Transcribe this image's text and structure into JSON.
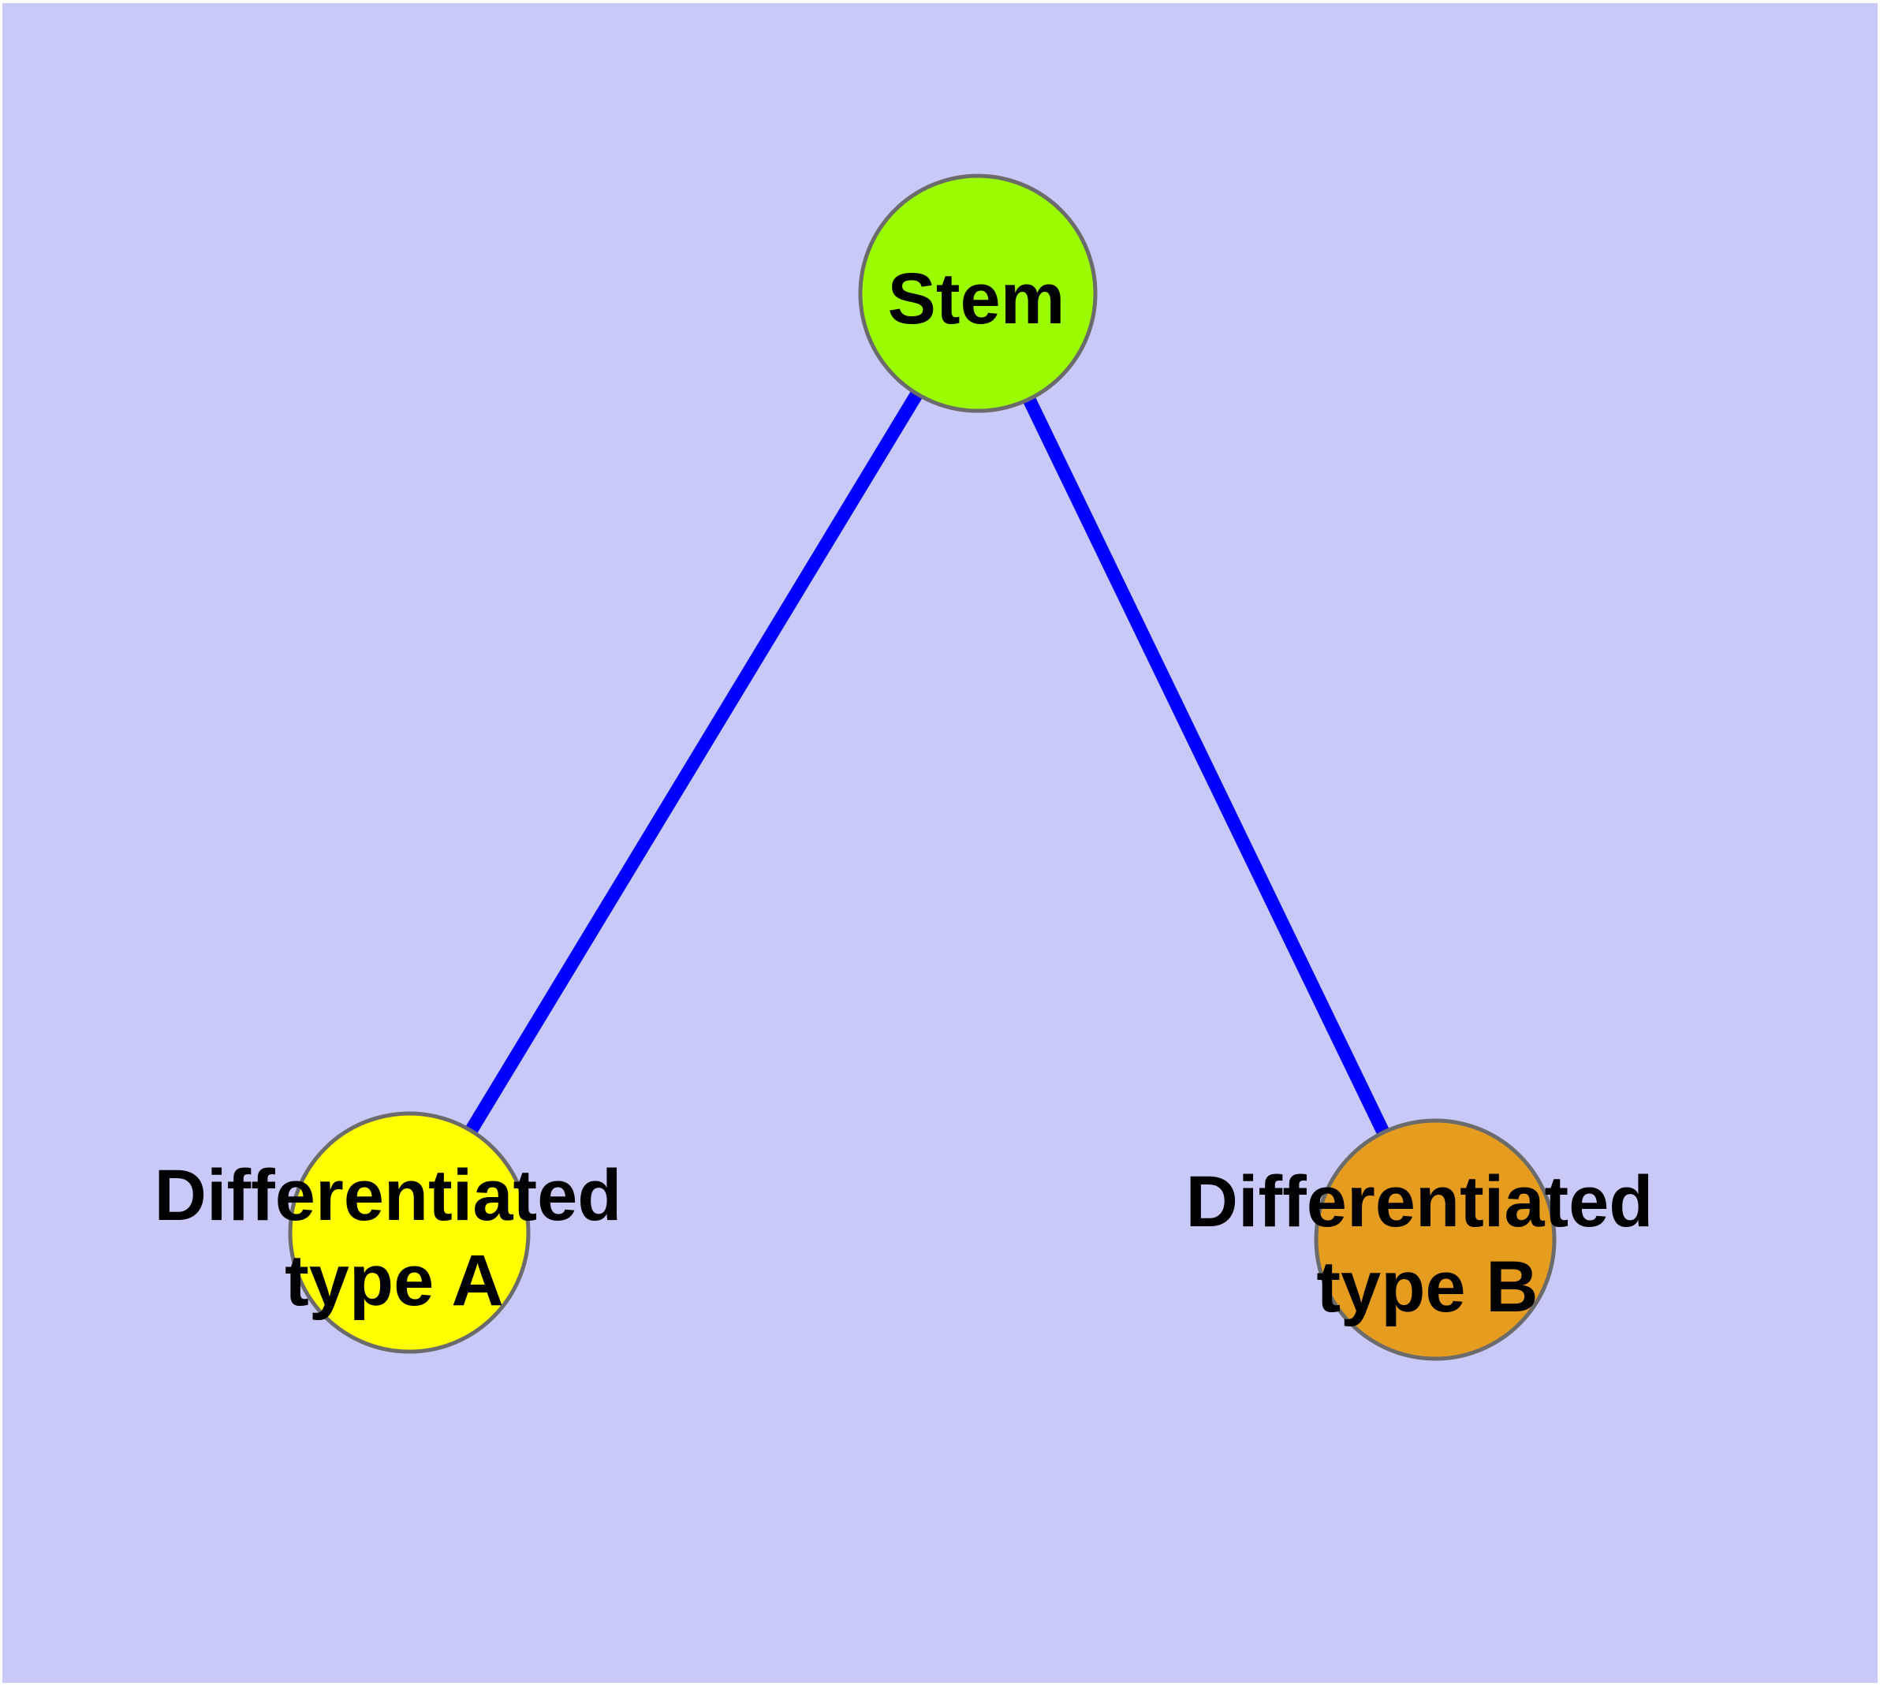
{
  "diagram": {
    "type": "graph",
    "description": "Stem cell differentiation graph: one stem node linked to two differentiated cell-type nodes",
    "background_color": "#C9C9F8",
    "page_margin_color": "#FFFFFF",
    "node_border_color": "#6B6B6B",
    "edge_color": "#0000FC",
    "label_color": "#000000",
    "nodes": [
      {
        "id": "stem",
        "label": "Stem",
        "line1": "Stem",
        "line2": "",
        "fill": "#9BFB00"
      },
      {
        "id": "type-a",
        "label": "Differentiated type A",
        "line1": "Differentiated",
        "line2": "type A",
        "fill": "#FFFF00"
      },
      {
        "id": "type-b",
        "label": "Differentiated type B",
        "line1": "Differentiated",
        "line2": "type B",
        "fill": "#E69D1F"
      }
    ],
    "edges": [
      {
        "from": "Stem",
        "to": "Differentiated type A"
      },
      {
        "from": "Stem",
        "to": "Differentiated type B"
      }
    ]
  }
}
